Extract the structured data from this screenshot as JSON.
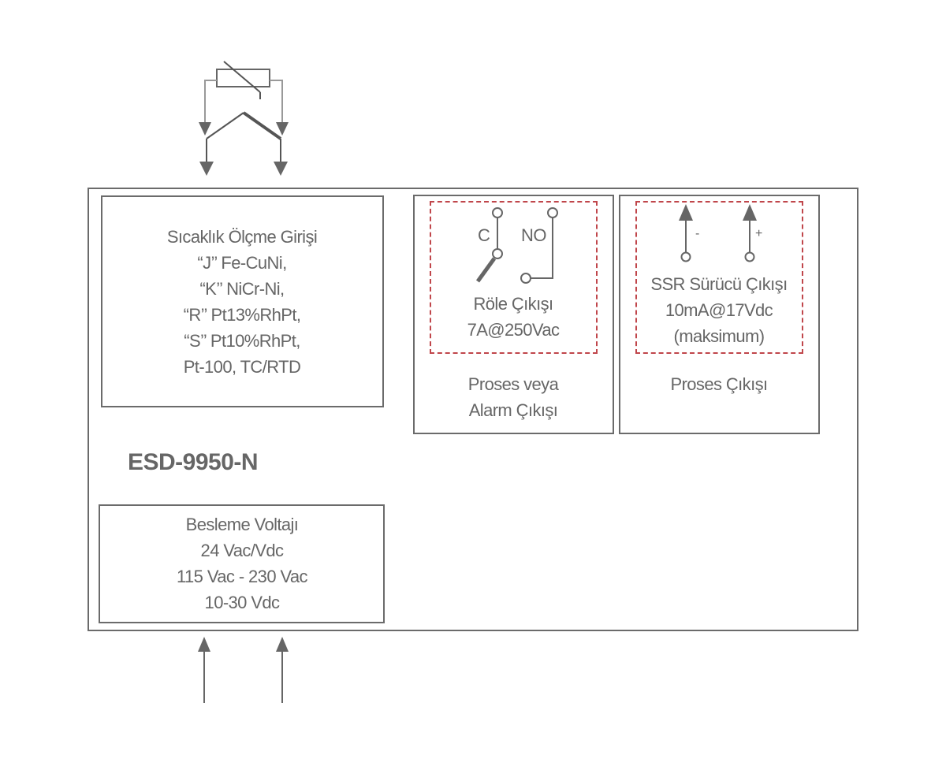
{
  "device": {
    "model": "ESD-9950-N"
  },
  "input_block": {
    "lines": [
      "Sıcaklık Ölçme Girişi",
      "“J’’ Fe-CuNi,",
      "“K’’ NiCr-Ni,",
      "“R’’ Pt13%RhPt,",
      "“S’’ Pt10%RhPt,",
      "Pt-100, TC/RTD"
    ]
  },
  "relay_block": {
    "terminal_c": "C",
    "terminal_no": "NO",
    "lines": [
      "Röle Çıkışı",
      "7A@250Vac"
    ],
    "caption": [
      "Proses veya",
      "Alarm Çıkışı"
    ]
  },
  "ssr_block": {
    "minus": "-",
    "plus": "+",
    "lines": [
      "SSR Sürücü Çıkışı",
      "10mA@17Vdc",
      "(maksimum)"
    ],
    "caption": [
      "Proses Çıkışı"
    ]
  },
  "power_block": {
    "lines": [
      "Besleme Voltajı",
      "24 Vac/Vdc",
      "115 Vac - 230 Vac",
      "10-30 Vdc"
    ]
  },
  "colors": {
    "line": "#6b6b6b",
    "dashed": "#c0464b",
    "text": "#666666"
  }
}
